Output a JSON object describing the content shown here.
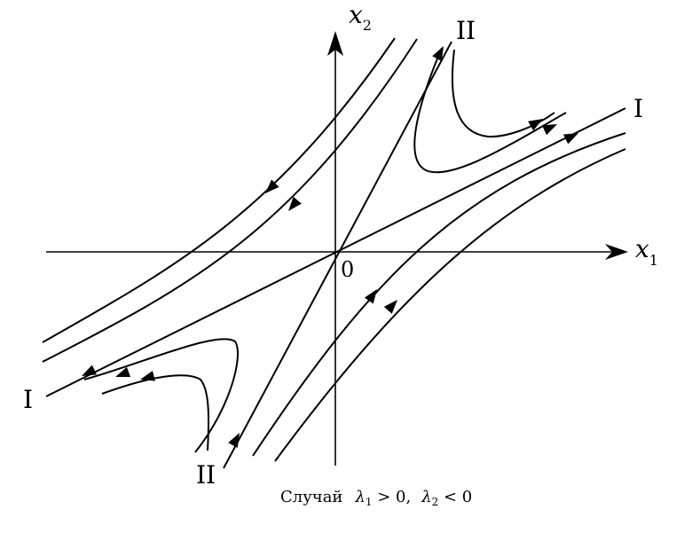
{
  "axes": {
    "x_label": "x",
    "x_sub": "1",
    "y_label": "x",
    "y_sub": "2",
    "origin_label": "0"
  },
  "separatrix_labels": {
    "I_right": "I",
    "I_left": "I",
    "II_top": "II",
    "II_bottom": "II"
  },
  "caption": {
    "prefix": "Случай",
    "lambda": "λ",
    "sub1": "1",
    "rel1": " > 0,",
    "sub2": "2",
    "rel2": " < 0"
  }
}
